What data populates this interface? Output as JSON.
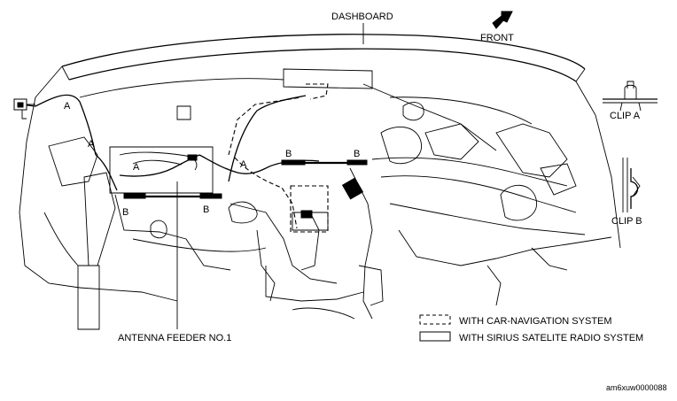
{
  "labels": {
    "dashboard": "DASHBOARD",
    "front": "FRONT",
    "clip_a": "CLIP A",
    "clip_b": "CLIP B",
    "antenna_feeder": "ANTENNA FEEDER NO.1",
    "code": "am6xuw0000088"
  },
  "legend": {
    "dashed": "WITH CAR-NAVIGATION SYSTEM",
    "solid": "WITH SIRIUS SATELITE RADIO SYSTEM"
  },
  "markers": {
    "a": "A",
    "b": "B"
  }
}
